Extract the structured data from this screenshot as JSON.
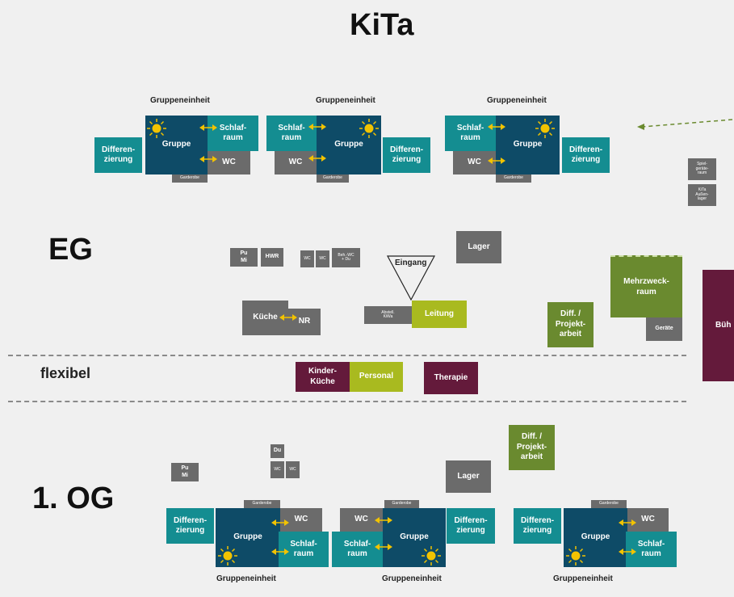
{
  "title": "KiTa",
  "floors": {
    "eg": "EG",
    "flexibel": "flexibel",
    "og": "1. OG"
  },
  "labels": {
    "gruppeneinheit": "Gruppeneinheit"
  },
  "rooms": {
    "gruppe": "Gruppe",
    "schlafraum": "Schlaf-\nraum",
    "wc": "WC",
    "differenzierung": "Differen-\nzierung",
    "garderobe": "Garderobe",
    "pumi": "Pu\nMi",
    "hwr": "HWR",
    "wc_small": "WC",
    "beh_wc": "Beh.-WC\n+ Du",
    "eingang": "Eingang",
    "lager": "Lager",
    "kueche": "Küche",
    "nr": "NR",
    "abstell": "Abstell.\nKiWa",
    "leitung": "Leitung",
    "diff_projekt": "Diff. /\nProjekt-\narbeit",
    "mehrzweck": "Mehrzweck-\nraum",
    "geraete": "Geräte",
    "buehne": "Büh",
    "spielgeraete": "Spiel-\ngeräte-\nraum",
    "kita_aussenlager": "KiTa\nAußen-\nlager",
    "kinderkueche": "Kinder-\nKüche",
    "personal": "Personal",
    "therapie": "Therapie",
    "du": "Du"
  },
  "colors": {
    "teal": "#148d91",
    "navy": "#0e4b67",
    "grey": "#6b6b6b",
    "olive": "#6a8a2f",
    "lime": "#a9ba1f",
    "maroon": "#641a3b",
    "arrow": "#f2c300",
    "sun": "#f2c300"
  },
  "icons": [
    "sun-icon",
    "double-arrow-icon",
    "dashed-arrow-icon",
    "entrance-triangle-icon"
  ]
}
